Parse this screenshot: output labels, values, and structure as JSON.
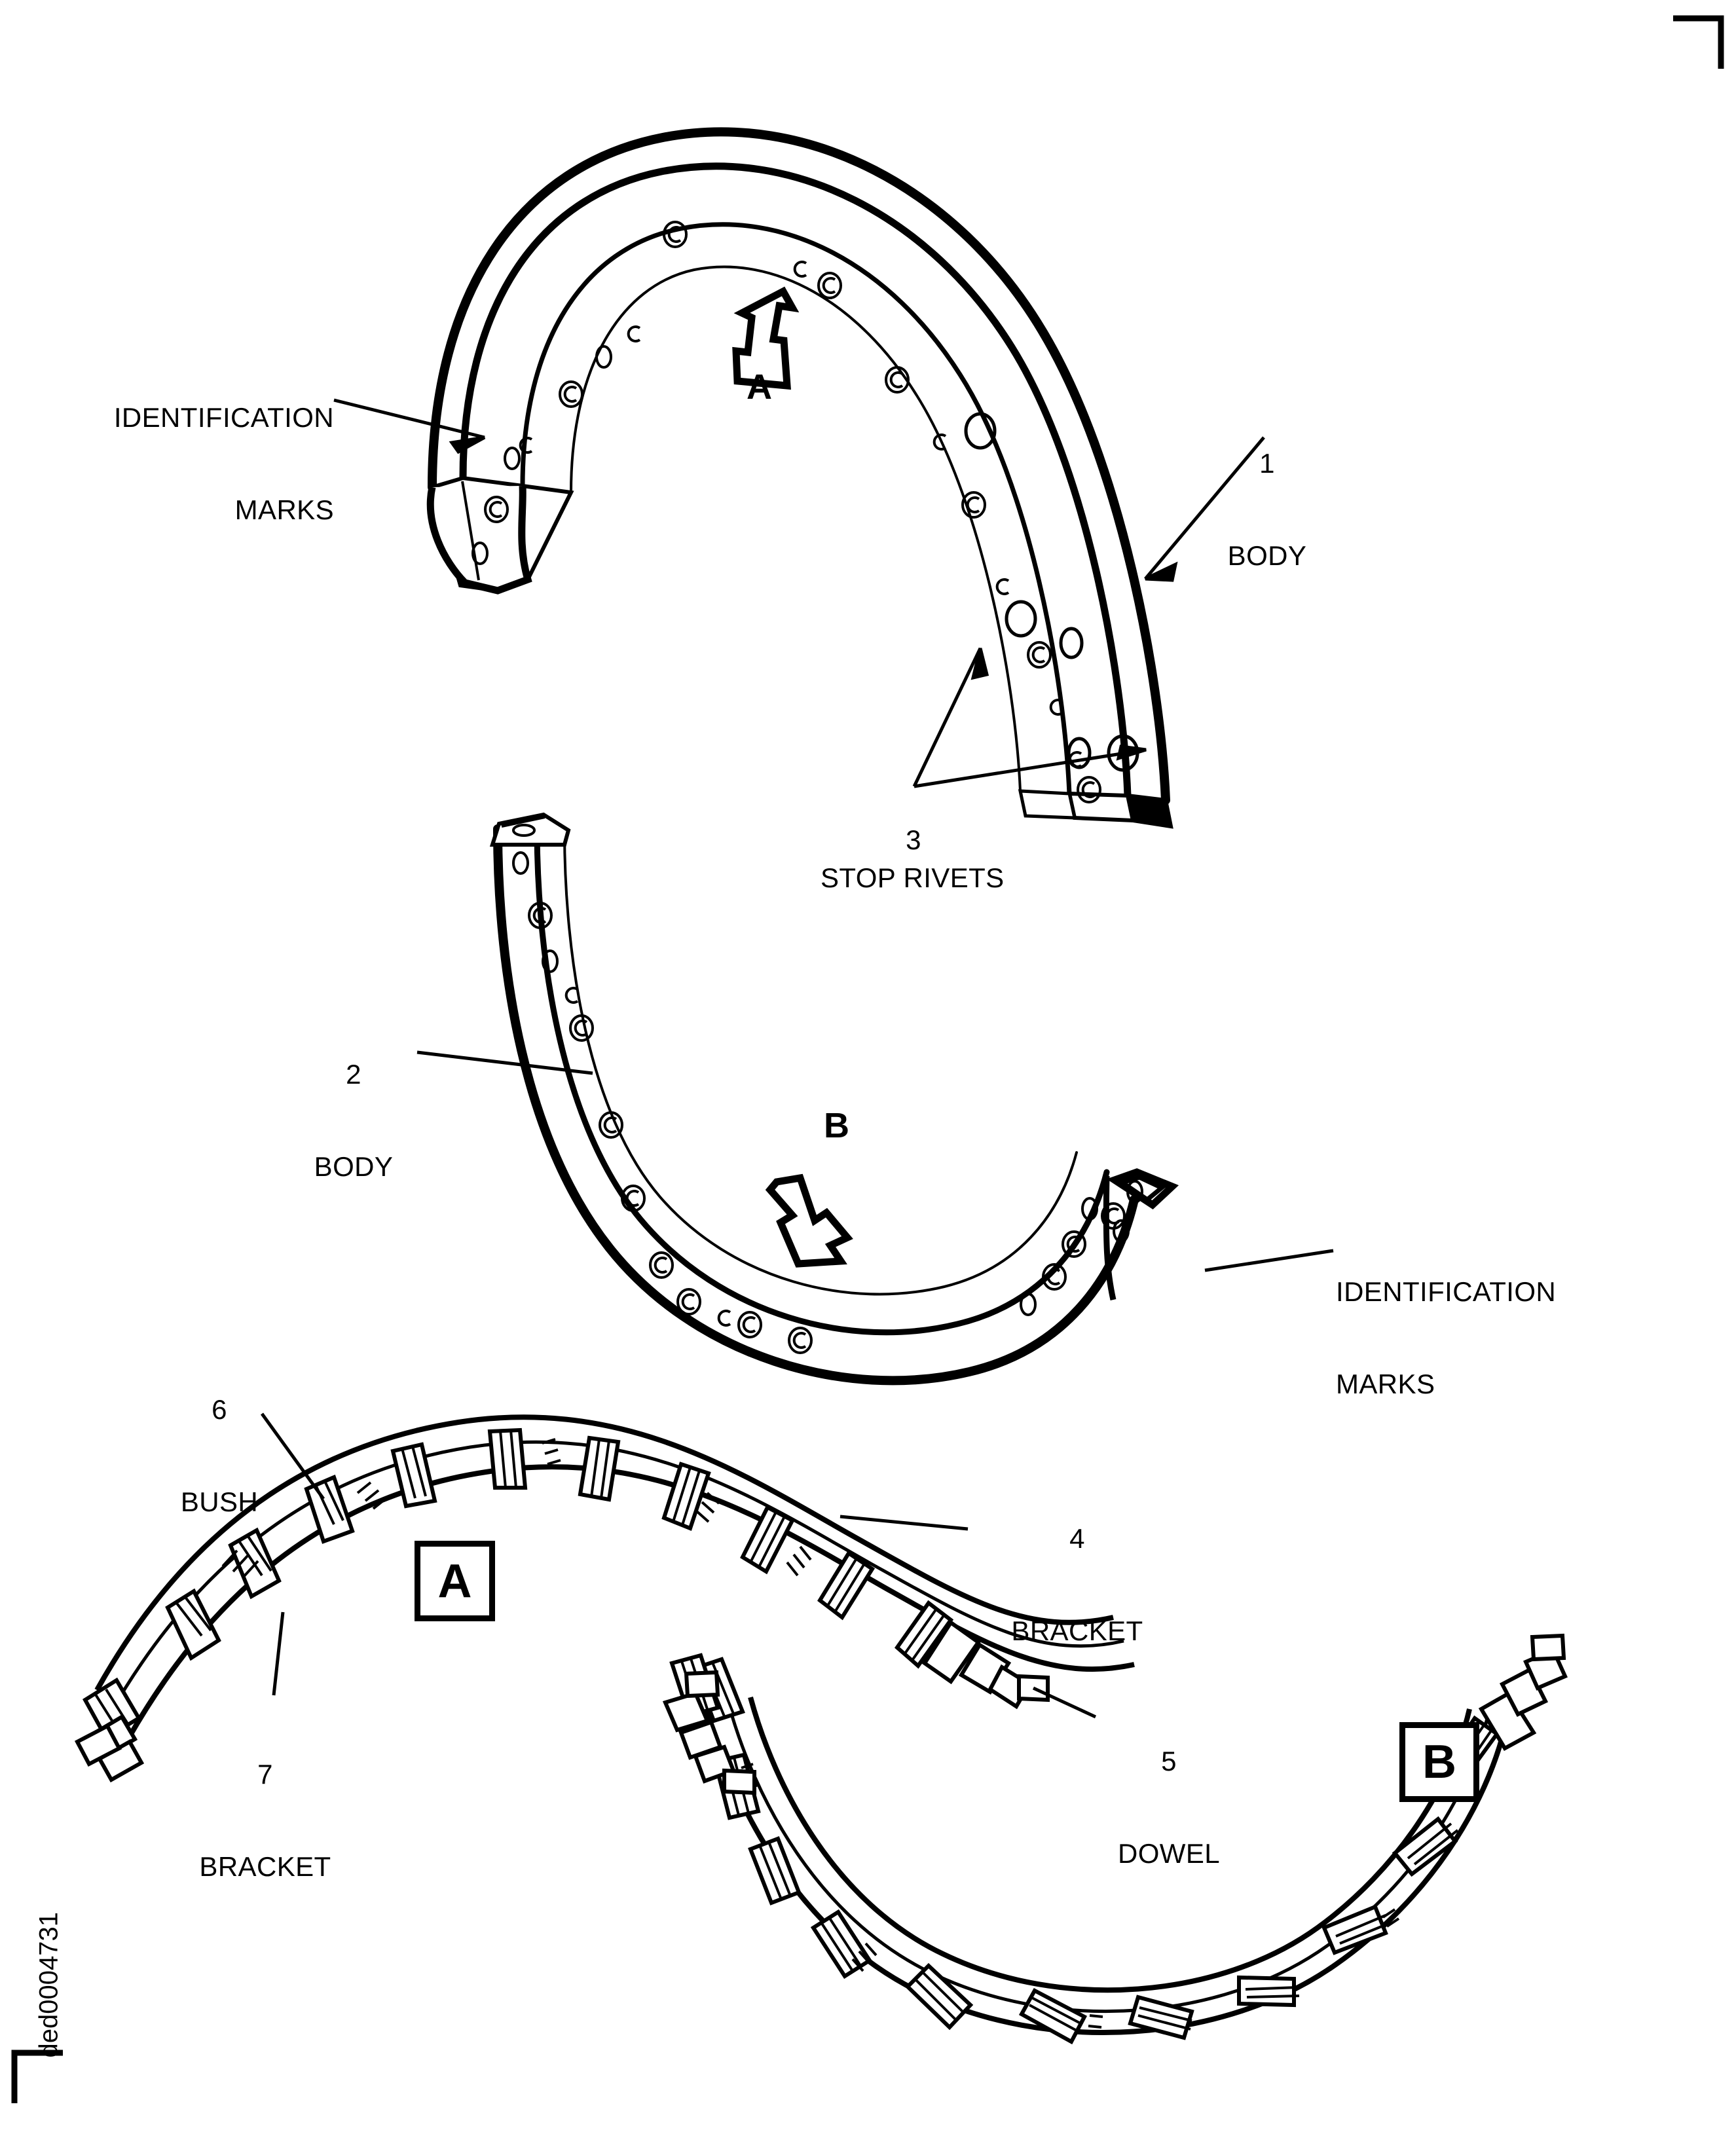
{
  "sheet": {
    "drawing_id": "ded0004731",
    "background": "#ffffff",
    "ink": "#000000"
  },
  "callouts": {
    "ident_marks_left": {
      "line1": "IDENTIFICATION",
      "line2": "MARKS"
    },
    "ident_marks_right": {
      "line1": "IDENTIFICATION",
      "line2": "MARKS"
    },
    "body_1": {
      "number": "1",
      "name": "BODY"
    },
    "body_2": {
      "number": "2",
      "name": "BODY"
    },
    "stop_rivets_3": {
      "number": "3",
      "name": "STOP RIVETS"
    },
    "bracket_4": {
      "number": "4",
      "name": "BRACKET"
    },
    "dowel_5": {
      "number": "5",
      "name": "DOWEL"
    },
    "bush_6": {
      "number": "6",
      "name": "BUSH"
    },
    "bracket_7": {
      "number": "7",
      "name": "BRACKET"
    }
  },
  "view_arrows": {
    "arrow_a": "A",
    "arrow_b": "B"
  },
  "view_boxes": {
    "box_a": "A",
    "box_b": "B"
  }
}
